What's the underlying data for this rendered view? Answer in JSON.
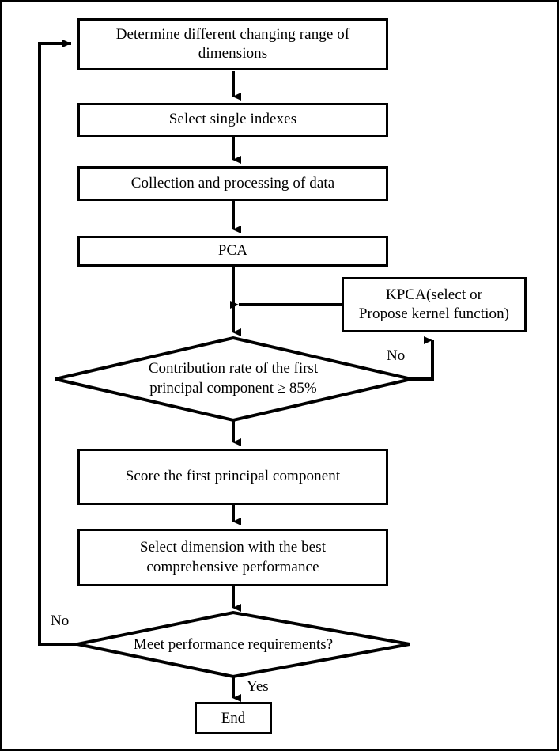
{
  "diagram": {
    "type": "flowchart",
    "title": "PCA / KPCA dimension selection flowchart",
    "background_color": "#ffffff",
    "line_color": "#000000",
    "frame_border_color": "#000000",
    "nodes": [
      {
        "id": "n1",
        "shape": "process",
        "text": "Determine different changing range of dimensions"
      },
      {
        "id": "n2",
        "shape": "process",
        "text": "Select single indexes"
      },
      {
        "id": "n3",
        "shape": "process",
        "text": "Collection and processing of data"
      },
      {
        "id": "n4",
        "shape": "process",
        "text": "PCA"
      },
      {
        "id": "n5",
        "shape": "process",
        "text": "KPCA(select or Propose kernel function)",
        "line1": "KPCA(select or",
        "line2": "Propose kernel function)"
      },
      {
        "id": "n6",
        "shape": "decision",
        "text": "Contribution rate of the first principal component ≥ 85%",
        "line1": "Contribution rate of the first",
        "line2": "principal component ≥ 85%"
      },
      {
        "id": "n7",
        "shape": "process",
        "text": "Score the first principal component"
      },
      {
        "id": "n8",
        "shape": "process",
        "text": "Select dimension with the best comprehensive performance",
        "line1": "Select dimension with the best",
        "line2": "comprehensive performance"
      },
      {
        "id": "n9",
        "shape": "decision",
        "text": "Meet performance requirements?"
      },
      {
        "id": "n10",
        "shape": "terminator",
        "text": "End"
      }
    ],
    "edge_labels": {
      "decision1_no": "No",
      "decision2_no": "No",
      "decision2_yes": "Yes"
    }
  }
}
